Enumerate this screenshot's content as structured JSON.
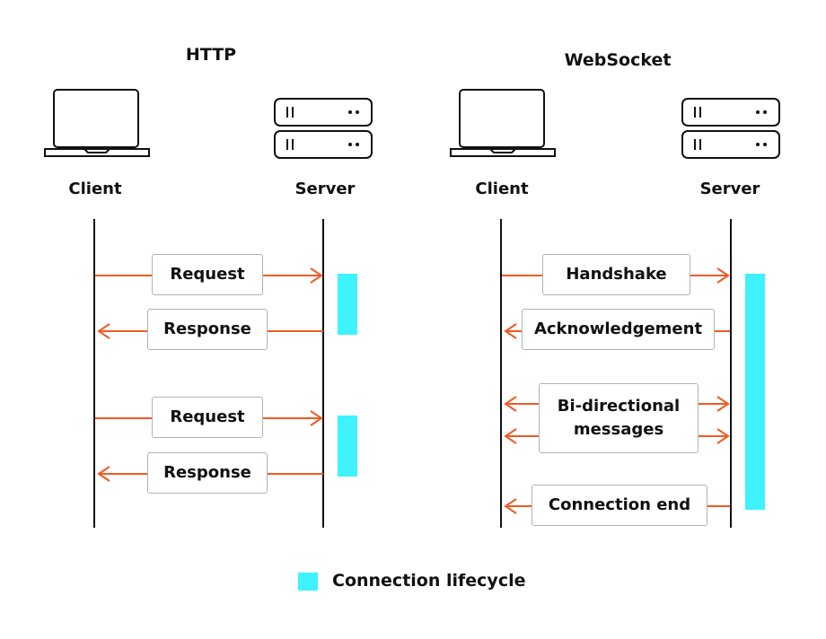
{
  "colors": {
    "arrow": "#f15a24",
    "lifecycle": "#3ef2ff",
    "line": "#111111",
    "box_border": "#b3b3b3"
  },
  "http": {
    "title": "HTTP",
    "client_label": "Client",
    "server_label": "Server",
    "messages": [
      {
        "label": "Request",
        "direction": "right"
      },
      {
        "label": "Response",
        "direction": "left"
      },
      {
        "label": "Request",
        "direction": "right"
      },
      {
        "label": "Response",
        "direction": "left"
      }
    ]
  },
  "websocket": {
    "title": "WebSocket",
    "client_label": "Client",
    "server_label": "Server",
    "messages": [
      {
        "label": "Handshake",
        "direction": "right"
      },
      {
        "label": "Acknowledgement",
        "direction": "left"
      },
      {
        "label": "Bi-directional\nmessages",
        "direction": "both"
      },
      {
        "label": "Connection end",
        "direction": "left"
      }
    ]
  },
  "legend": {
    "label": "Connection lifecycle"
  },
  "icons": {
    "client": "laptop-icon",
    "server": "server-rack-icon"
  }
}
